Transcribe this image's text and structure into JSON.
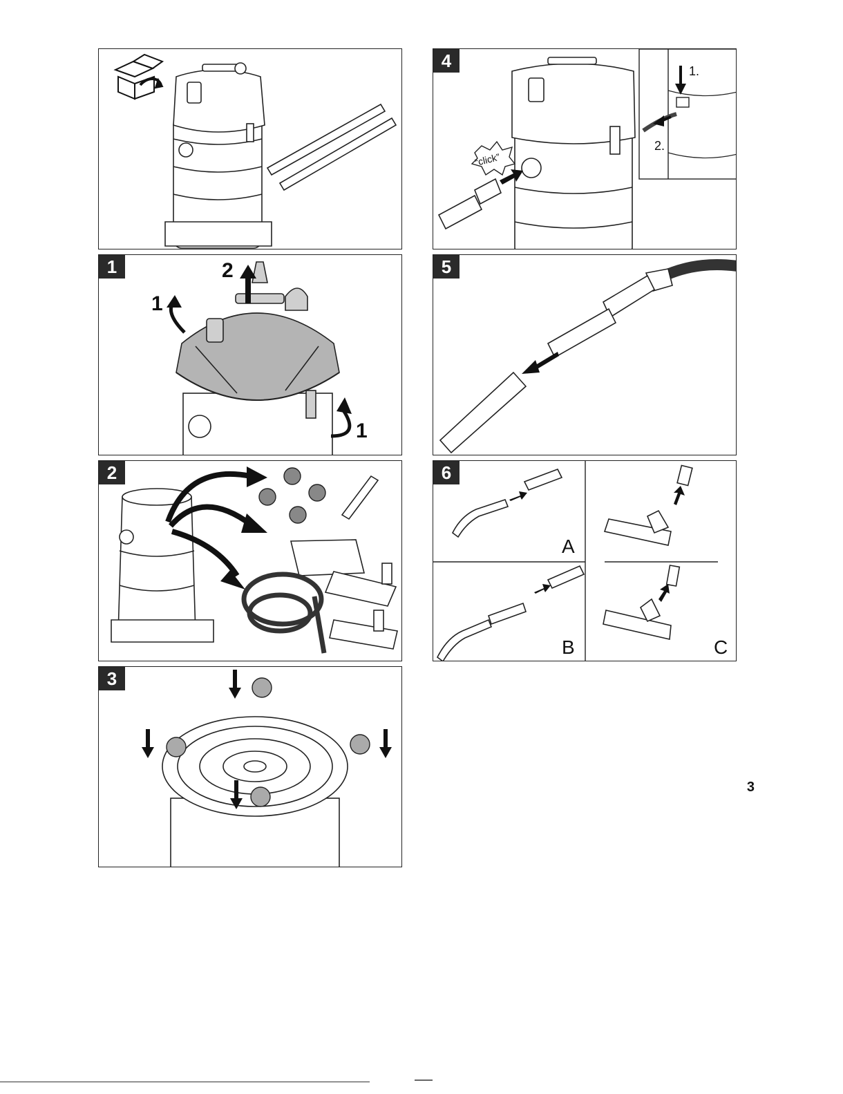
{
  "page": {
    "number": "3"
  },
  "panels": [
    {
      "id": "unpack",
      "step": "",
      "labels": []
    },
    {
      "id": "remove-lid",
      "step": "1",
      "labels": [
        "1",
        "2",
        "1"
      ]
    },
    {
      "id": "contents",
      "step": "2",
      "labels": []
    },
    {
      "id": "casters",
      "step": "3",
      "labels": []
    },
    {
      "id": "connect-hose",
      "step": "4",
      "labels": [
        "“click”",
        "1.",
        "2."
      ]
    },
    {
      "id": "assemble-tubes",
      "step": "5",
      "labels": []
    },
    {
      "id": "accessories",
      "step": "6",
      "labels": [
        "A",
        "B",
        "C"
      ]
    }
  ],
  "icons": [
    "unpack-box-icon",
    "arrow-icon",
    "curved-arrow-icon",
    "vacuum-cleaner-icon",
    "caster-icon",
    "hose-icon",
    "floor-nozzle-icon",
    "crevice-nozzle-icon",
    "filter-bag-icon",
    "suction-tube-icon"
  ]
}
